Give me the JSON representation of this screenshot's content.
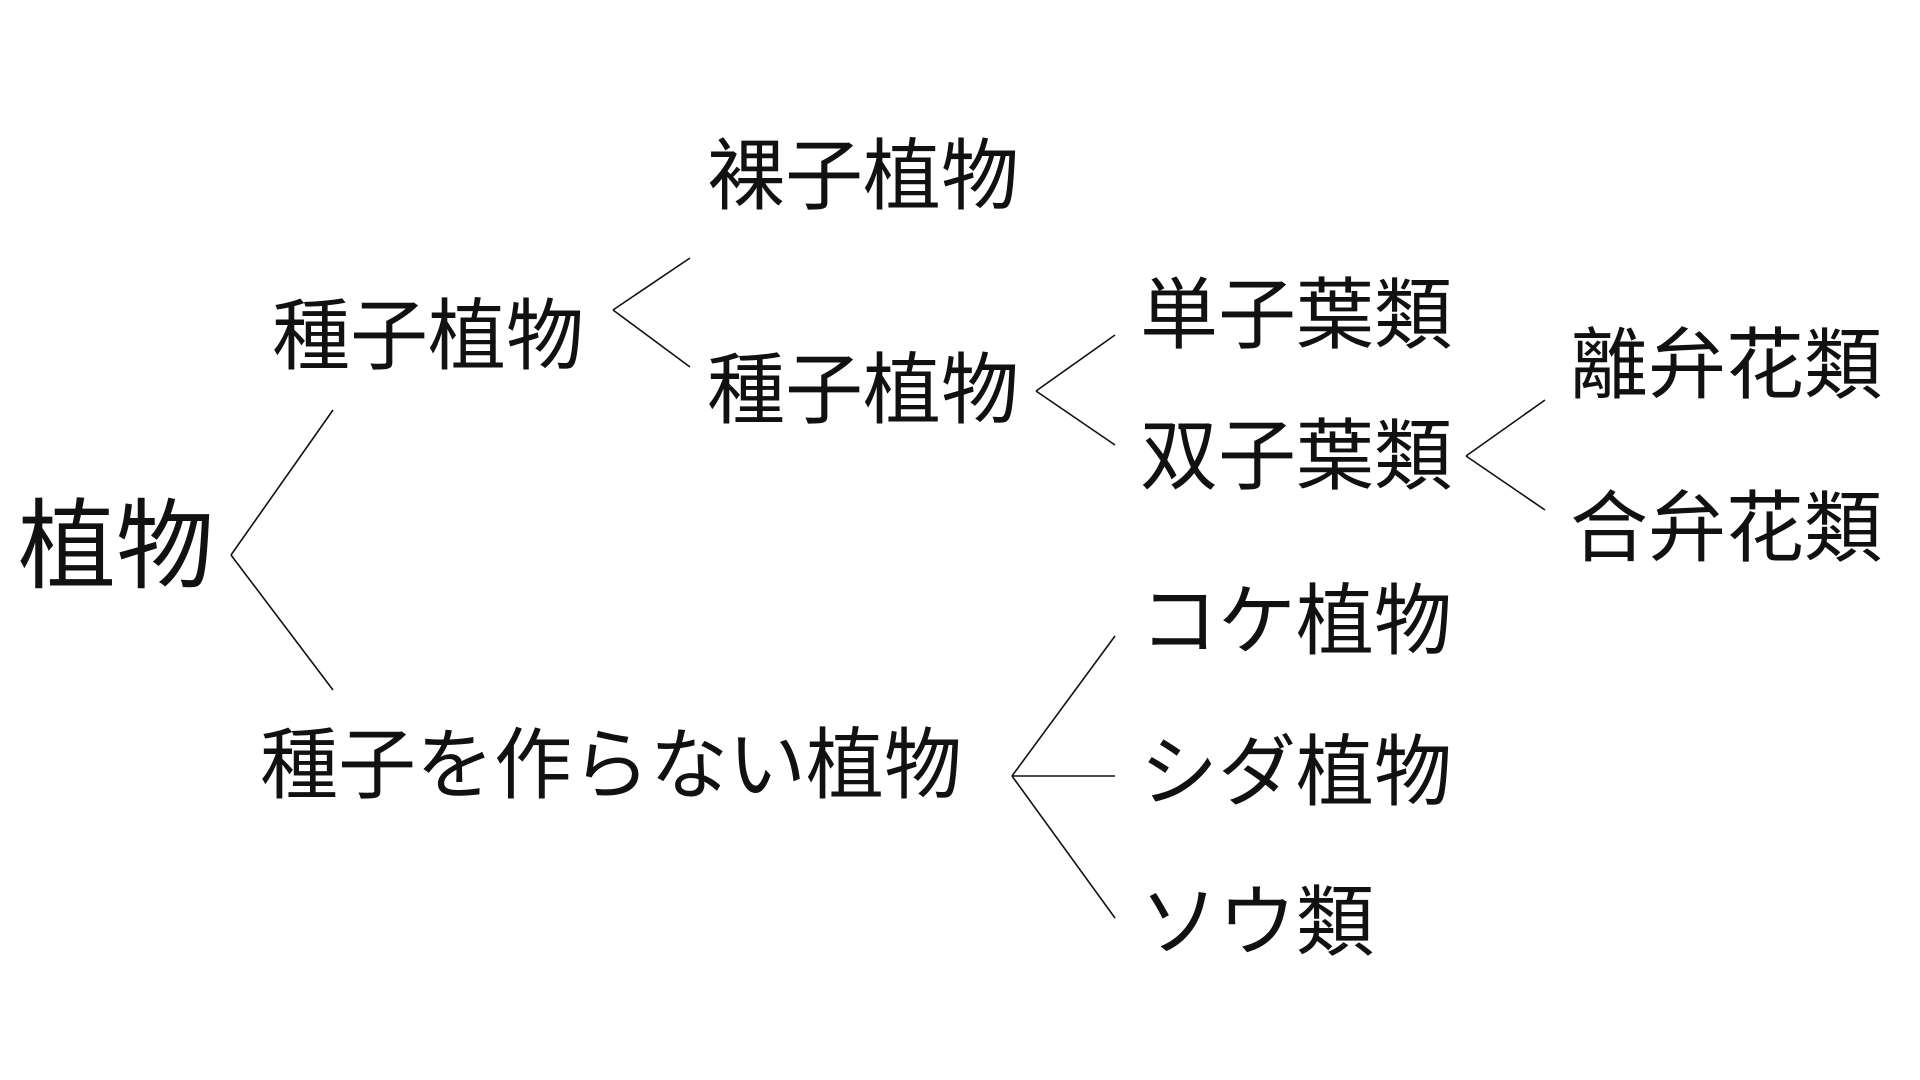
{
  "diagram": {
    "type": "classification-tree",
    "nodes": {
      "root": "植物",
      "seed_plants": "種子植物",
      "gymnosperms": "裸子植物",
      "angiosperms": "種子植物",
      "monocots": "単子葉類",
      "dicots": "双子葉類",
      "choripetalae": "離弁花類",
      "sympetalae": "合弁花類",
      "non_seed_plants": "種子を作らない植物",
      "mosses": "コケ植物",
      "ferns": "シダ植物",
      "algae": "ソウ類"
    },
    "edges": [
      [
        "root",
        "seed_plants"
      ],
      [
        "root",
        "non_seed_plants"
      ],
      [
        "seed_plants",
        "gymnosperms"
      ],
      [
        "seed_plants",
        "angiosperms"
      ],
      [
        "angiosperms",
        "monocots"
      ],
      [
        "angiosperms",
        "dicots"
      ],
      [
        "dicots",
        "choripetalae"
      ],
      [
        "dicots",
        "sympetalae"
      ],
      [
        "non_seed_plants",
        "mosses"
      ],
      [
        "non_seed_plants",
        "ferns"
      ],
      [
        "non_seed_plants",
        "algae"
      ]
    ]
  }
}
